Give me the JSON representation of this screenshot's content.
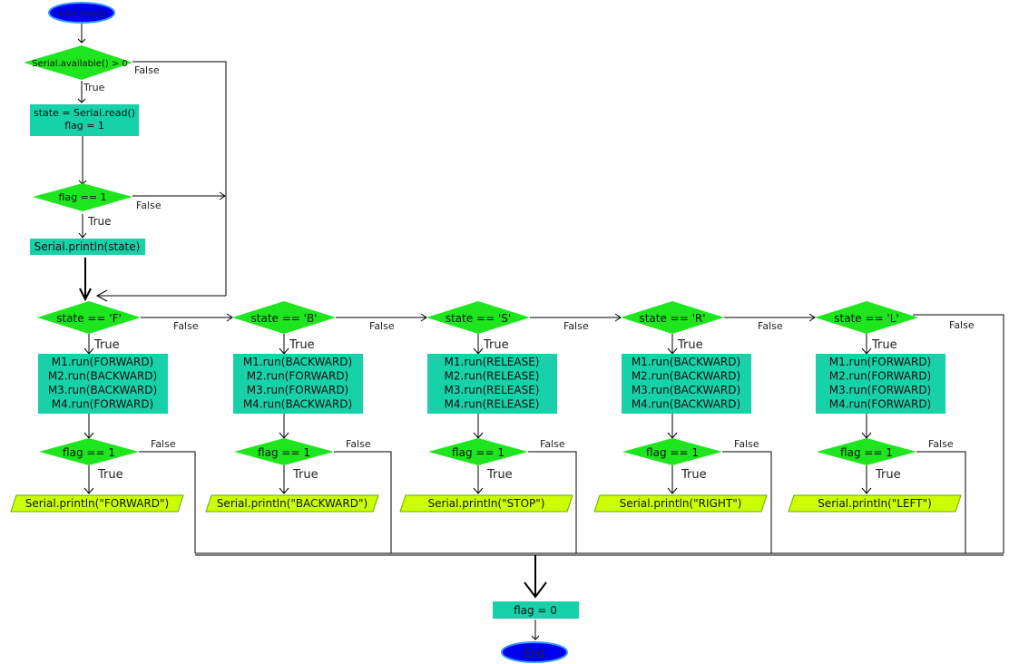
{
  "colors": {
    "decision": "#1ee61e",
    "process": "#17d1a8",
    "io": "#ccff00",
    "terminal": "#0000ee",
    "terminal_border": "#3399ff",
    "line": "#000000"
  },
  "start": {
    "label": "void loop()"
  },
  "end": {
    "label": "End"
  },
  "serial_check": {
    "label": "Serial.available() > 0",
    "true_label": "True",
    "false_label": "False"
  },
  "read_state": {
    "line1": "state = Serial.read()",
    "line2": "flag = 1"
  },
  "flag_check": {
    "label": "flag == 1",
    "true_label": "True",
    "false_label": "False"
  },
  "print_state": {
    "label": "Serial.println(state)"
  },
  "branches": [
    {
      "condition": "state == 'F'",
      "true_label": "True",
      "false_label": "False",
      "commands": [
        "M1.run(FORWARD)",
        "M2.run(BACKWARD)",
        "M3.run(BACKWARD)",
        "M4.run(FORWARD)"
      ],
      "flag_label": "flag == 1",
      "flag_true": "True",
      "flag_false": "False",
      "print": "Serial.println(\"FORWARD\")"
    },
    {
      "condition": "state == 'B'",
      "true_label": "True",
      "false_label": "False",
      "commands": [
        "M1.run(BACKWARD)",
        "M2.run(FORWARD)",
        "M3.run(FORWARD)",
        "M4.run(BACKWARD)"
      ],
      "flag_label": "flag == 1",
      "flag_true": "True",
      "flag_false": "False",
      "print": "Serial.println(\"BACKWARD\")"
    },
    {
      "condition": "state == 'S'",
      "true_label": "True",
      "false_label": "False",
      "commands": [
        "M1.run(RELEASE)",
        "M2.run(RELEASE)",
        "M3.run(RELEASE)",
        "M4.run(RELEASE)"
      ],
      "flag_label": "flag == 1",
      "flag_true": "True",
      "flag_false": "False",
      "print": "Serial.println(\"STOP\")"
    },
    {
      "condition": "state == 'R'",
      "true_label": "True",
      "false_label": "False",
      "commands": [
        "M1.run(BACKWARD)",
        "M2.run(BACKWARD)",
        "M3.run(BACKWARD)",
        "M4.run(BACKWARD)"
      ],
      "flag_label": "flag == 1",
      "flag_true": "True",
      "flag_false": "False",
      "print": "Serial.println(\"RIGHT\")"
    },
    {
      "condition": "state == 'L'",
      "true_label": "True",
      "false_label": "False",
      "commands": [
        "M1.run(FORWARD)",
        "M2.run(FORWARD)",
        "M3.run(FORWARD)",
        "M4.run(FORWARD)"
      ],
      "flag_label": "flag == 1",
      "flag_true": "True",
      "flag_false": "False",
      "print": "Serial.println(\"LEFT\")"
    }
  ],
  "reset_flag": {
    "label": "flag = 0"
  }
}
